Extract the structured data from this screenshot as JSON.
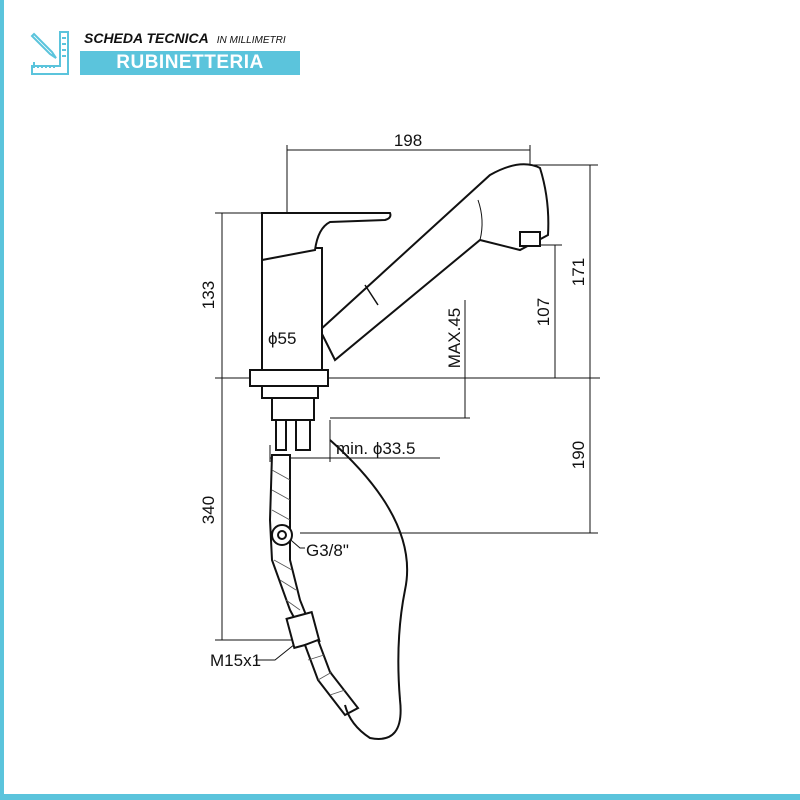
{
  "header": {
    "title": "SCHEDA TECNICA",
    "units": "IN MILLIMETRI",
    "category": "RUBINETTERIA",
    "accent_color": "#5bc4dc"
  },
  "dimensions": {
    "width_total": "198",
    "height_body": "133",
    "height_total": "171",
    "height_spout": "107",
    "max_thickness": "MAX.45",
    "body_diameter": "ϕ55",
    "hole_diameter": "min. ϕ33.5",
    "connection_depth": "190",
    "hose_length": "340",
    "thread_inlet": "G3/8\"",
    "thread_hose": "M15x1"
  }
}
